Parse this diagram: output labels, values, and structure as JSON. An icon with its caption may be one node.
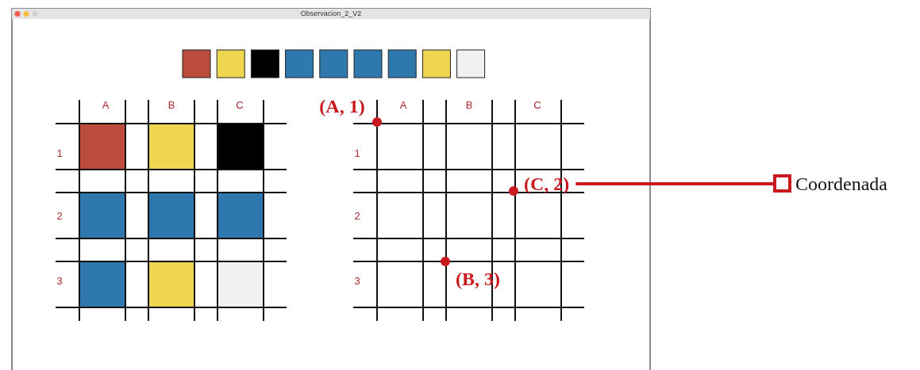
{
  "diagram": {
    "nodes": [
      {
        "text": [
          "(C, 2)"
        ]
      },
      {
        "text": [
          "Coordenada"
        ]
      }
    ],
    "edges": [
      {
        "from": 0,
        "to": 1,
        "arrow": "other"
      }
    ],
    "labels": [
      "Observacion_2_V2",
      "A",
      "B",
      "C",
      "1",
      "2",
      "3",
      "(A, 1)",
      "A",
      "B",
      "C",
      "1",
      "2",
      "3",
      "(B, 3)"
    ]
  }
}
